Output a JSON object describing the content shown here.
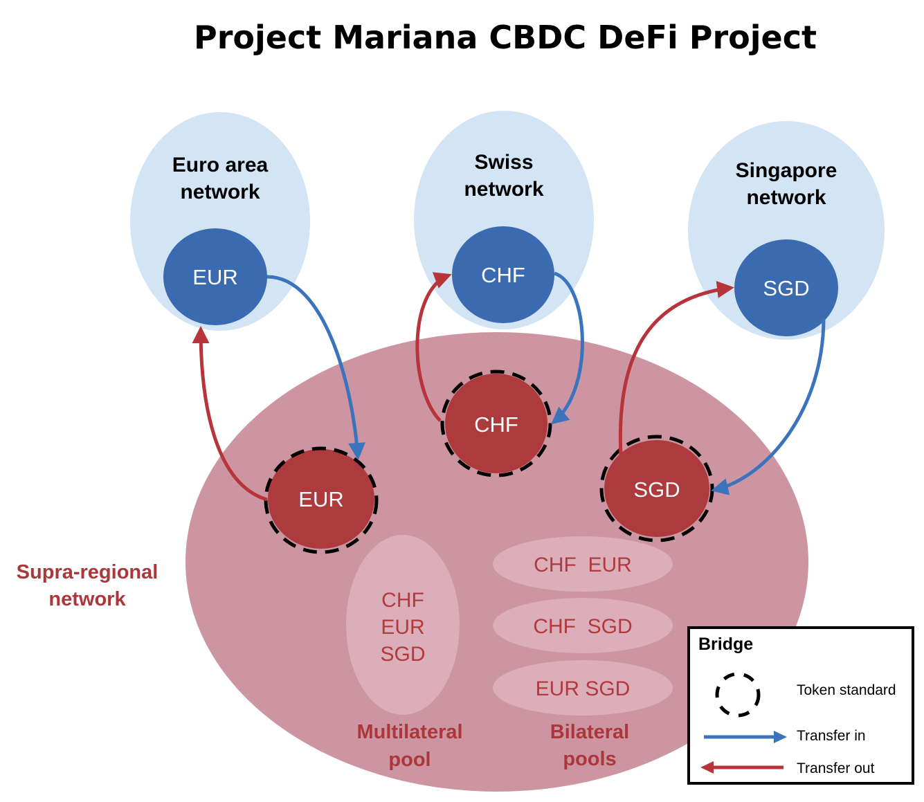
{
  "title": "Project Mariana CBDC DeFi Project",
  "colors": {
    "network_bg": "#d3e4f4",
    "token_blue": "#3a6aaf",
    "supra_bg": "#cc95a1",
    "token_red": "#ad3a3c",
    "pool_bg": "#dbaeb9",
    "transfer_in": "#3b74bd",
    "transfer_out": "#b7343a",
    "red_text": "#ac373b"
  },
  "networks": [
    {
      "id": "euro",
      "label_line1": "Euro area",
      "label_line2": "network",
      "token": "EUR"
    },
    {
      "id": "swiss",
      "label_line1": "Swiss",
      "label_line2": "network",
      "token": "CHF"
    },
    {
      "id": "singapore",
      "label_line1": "Singapore",
      "label_line2": "network",
      "token": "SGD"
    }
  ],
  "supra_regional": {
    "label_line1": "Supra-regional",
    "label_line2": "network",
    "tokens": [
      "EUR",
      "CHF",
      "SGD"
    ],
    "multilateral_pool": {
      "currencies": [
        "CHF",
        "EUR",
        "SGD"
      ],
      "label_line1": "Multilateral",
      "label_line2": "pool"
    },
    "bilateral_pools": {
      "pairs": [
        "CHF  EUR",
        "CHF  SGD",
        "EUR SGD"
      ],
      "label_line1": "Bilateral",
      "label_line2": "pools"
    }
  },
  "legend": {
    "title": "Bridge",
    "items": [
      {
        "icon": "dashed-circle-icon",
        "label": "Token standard"
      },
      {
        "icon": "blue-arrow-right-icon",
        "label": "Transfer in"
      },
      {
        "icon": "red-arrow-left-icon",
        "label": "Transfer out"
      }
    ]
  }
}
